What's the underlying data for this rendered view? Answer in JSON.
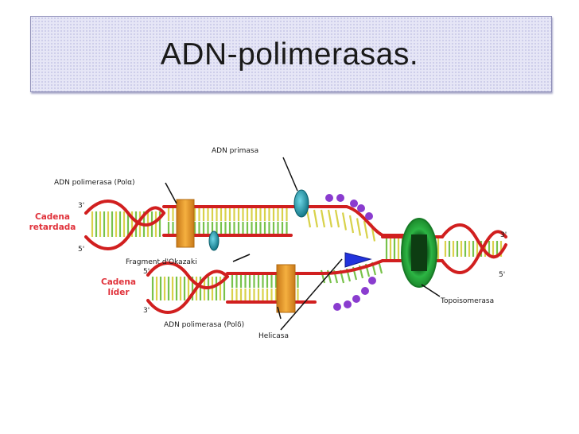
{
  "slide": {
    "title": "ADN-polimerasas."
  },
  "diagram": {
    "labels": {
      "primase": "ADN primasa",
      "pol_alpha": "ADN polimerasa (Polα)",
      "pol_delta": "ADN polimerasa (Polδ)",
      "okazaki": "Fragment d'Okazaki",
      "helicase": "Helicasa",
      "topoisomerase": "Topoisomerasa",
      "lagging_line1": "Cadena",
      "lagging_line2": "retardada",
      "leading_line1": "Cadena",
      "leading_line2": "líder"
    },
    "ends": {
      "lag_top": "3'",
      "lag_bottom": "5'",
      "lead_top": "5'",
      "lead_bottom": "3'",
      "right_top": "3'",
      "right_bottom": "5'"
    },
    "colors": {
      "backbone": "#d11f1f",
      "rung_yellow": "#d8d24a",
      "rung_green": "#78c24a",
      "polymerase": "#f0a030",
      "primase": "#2aa6b8",
      "helicase": "#2233dd",
      "topoisomerase": "#2db544",
      "ssb": "#8a3ccf",
      "lagging_label": "#e0323b"
    }
  }
}
